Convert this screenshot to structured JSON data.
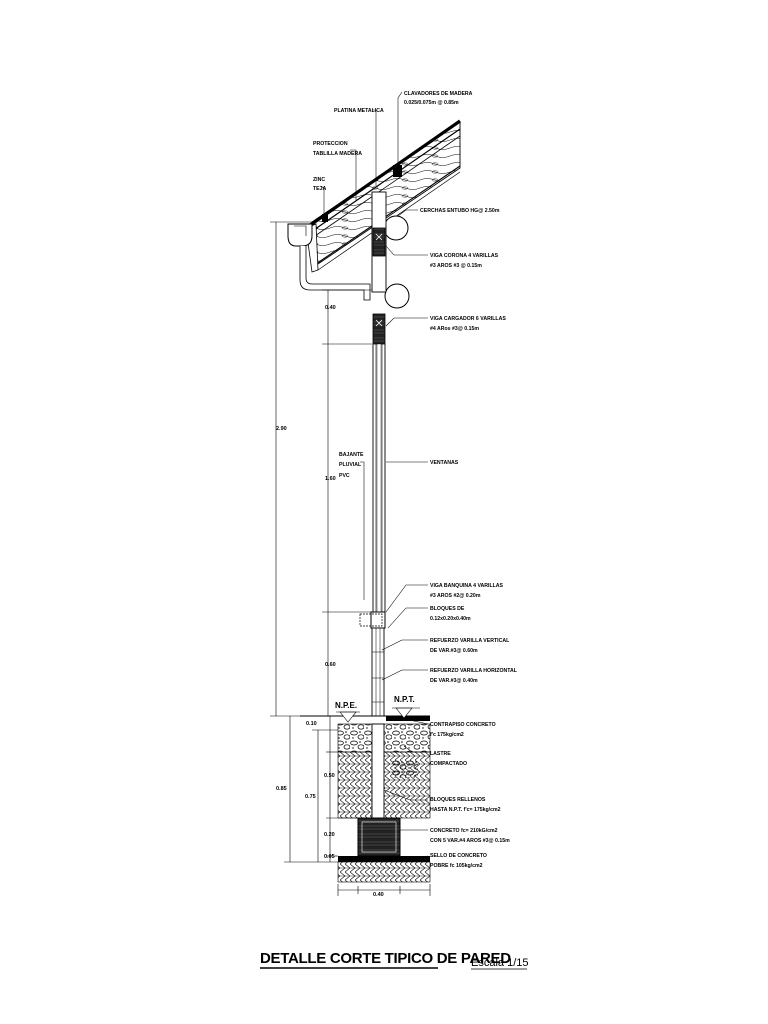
{
  "labels": {
    "clavadores": [
      "CLAVADORES DE MADERA",
      "0.025/0.075m @ 0.85m"
    ],
    "platina": [
      "PLATINA METALICA"
    ],
    "proteccion": [
      "PROTECCION",
      "TABLILLA MADERA"
    ],
    "zinc": [
      "ZINC",
      "TEJA"
    ],
    "cercha": [
      "CERCHAS ENTUBO HG@ 2.50m"
    ],
    "viga_corona": [
      "VIGA CORONA 4 VARILLAS",
      "#3 AROS #3 @ 0.15m"
    ],
    "viga_carg": [
      "VIGA CARGADOR 6 VARILLAS",
      "#4 ARos #3@ 0.15m"
    ],
    "bajante": [
      "BAJANTE",
      "PLUVIAL",
      "PVC"
    ],
    "ventanas": [
      "VENTANAS"
    ],
    "viga_banq": [
      "VIGA BANQUINA 4 VARILLAS",
      "#3 AROS #2@ 0.20m"
    ],
    "bloques": [
      "BLOQUES DE",
      "0.12x0.20x0.40m"
    ],
    "ref_vert": [
      "REFUERZO VARILLA VERTICAL",
      "DE VAR.#3@ 0.60m"
    ],
    "ref_horiz": [
      "REFUERZO VARILLA HORIZONTAL",
      "DE VAR.#3@ 0.40m"
    ],
    "contrapiso": [
      "CONTRAPISO CONCRETO",
      "f'c 175kg/cm2"
    ],
    "lastre": [
      "LASTRE",
      "COMPACTADO"
    ],
    "bloques_rell": [
      "BLOQUES RELLENOS",
      "HASTA N.P.T. f'c= 175kg/cm2"
    ],
    "concreto": [
      "CONCRETO fc= 210kG/cm2",
      "CON 5 VAR.#4 AROS #3@ 0.15m"
    ],
    "sello": [
      "SELLO DE CONCRETO",
      "POBRE fc 105kg/cm2"
    ],
    "npe": "N.P.E.",
    "npt": "N.P.T."
  },
  "dimensions": {
    "total_wall": "2.90",
    "top": "0.40",
    "window": "1.60",
    "base": "0.60",
    "floor": "0.10",
    "foundation_total": "0.85",
    "foundation_inner": "0.75",
    "fill": "0.50",
    "footing": "0.20",
    "seal": "0.05",
    "width": "0.40"
  },
  "footer": {
    "title": "DETALLE CORTE TIPICO DE PARED",
    "scale": "Escala  1/15"
  }
}
